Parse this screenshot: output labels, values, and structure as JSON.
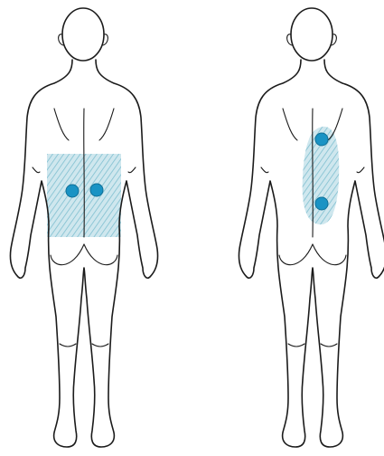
{
  "colors": {
    "background": "#ffffff",
    "outline": "#1b1b1b",
    "area_fill": "#cfe7ee",
    "area_hatch": "#7fbfd0",
    "point": "#1a93c4",
    "point_edge": "#0f6f97"
  },
  "figures": [
    {
      "name": "left-figure-back-view",
      "area_shape": "rectangle",
      "points": 2
    },
    {
      "name": "right-figure-back-view",
      "area_shape": "vertical-oval",
      "points": 2
    }
  ]
}
